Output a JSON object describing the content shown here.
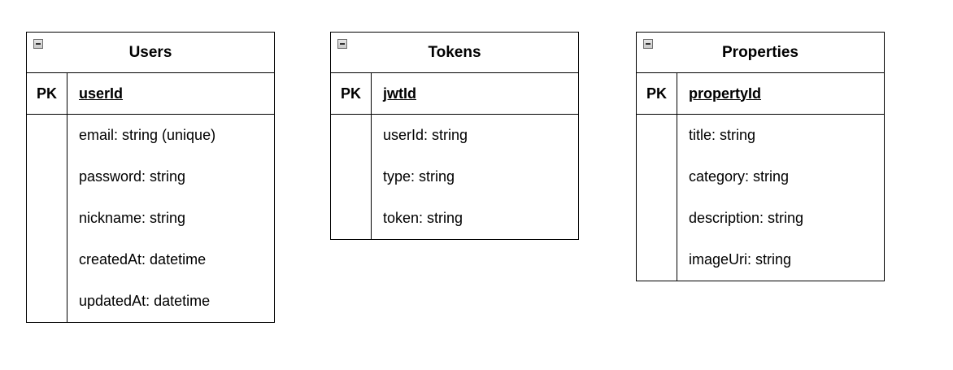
{
  "entities": {
    "users": {
      "title": "Users",
      "pk_label": "PK",
      "pk_field": "userId",
      "fields": [
        "email: string (unique)",
        "password: string",
        "nickname: string",
        "createdAt: datetime",
        "updatedAt: datetime"
      ]
    },
    "tokens": {
      "title": "Tokens",
      "pk_label": "PK",
      "pk_field": "jwtId",
      "fields": [
        "userId: string",
        "type: string",
        "token: string"
      ]
    },
    "properties": {
      "title": "Properties",
      "pk_label": "PK",
      "pk_field": "propertyId",
      "fields": [
        "title: string",
        "category: string",
        "description: string",
        "imageUri: string"
      ]
    }
  },
  "icons": {
    "collapse": "minus-square-icon"
  },
  "colors": {
    "border": "#000000",
    "background": "#ffffff",
    "toggle_fill": "#d9d9d9"
  }
}
